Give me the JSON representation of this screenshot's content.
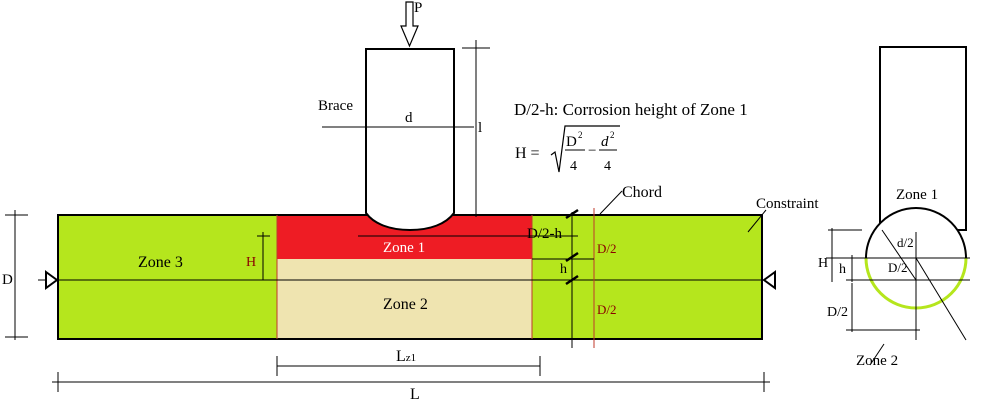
{
  "labels": {
    "load": "P",
    "brace": "Brace",
    "brace_diameter": "d",
    "length_l": "l",
    "chord": "Chord",
    "constraint": "Constraint",
    "zone1": "Zone 1",
    "zone2": "Zone 2",
    "zone3": "Zone 3",
    "chord_diameter": "D",
    "H": "H",
    "h": "h",
    "half_D_upper": "D/2",
    "half_D_lower": "D/2",
    "corrosion_label": "D/2-h",
    "Lz1_main": "L",
    "Lz1_sub": "z1",
    "total_length": "L",
    "section_zone1": "Zone 1",
    "section_zone2": "Zone 2",
    "section_d2": "d/2",
    "section_D2_inner": "D/2",
    "section_D2_left": "D/2",
    "section_H": "H",
    "section_h": "h"
  },
  "formula": {
    "description": "D/2-h: Corrosion height of Zone 1",
    "lhs": "H = ",
    "num1": "D",
    "sup1": "2",
    "den1": "4",
    "minus": "−",
    "num2": "d",
    "sup2": "2",
    "den2": "4"
  },
  "colors": {
    "zone1": "#ee1c24",
    "zone2": "#efe4b0",
    "zone3": "#b5e61d",
    "outline": "#000000",
    "dim_red": "#8b0000"
  }
}
